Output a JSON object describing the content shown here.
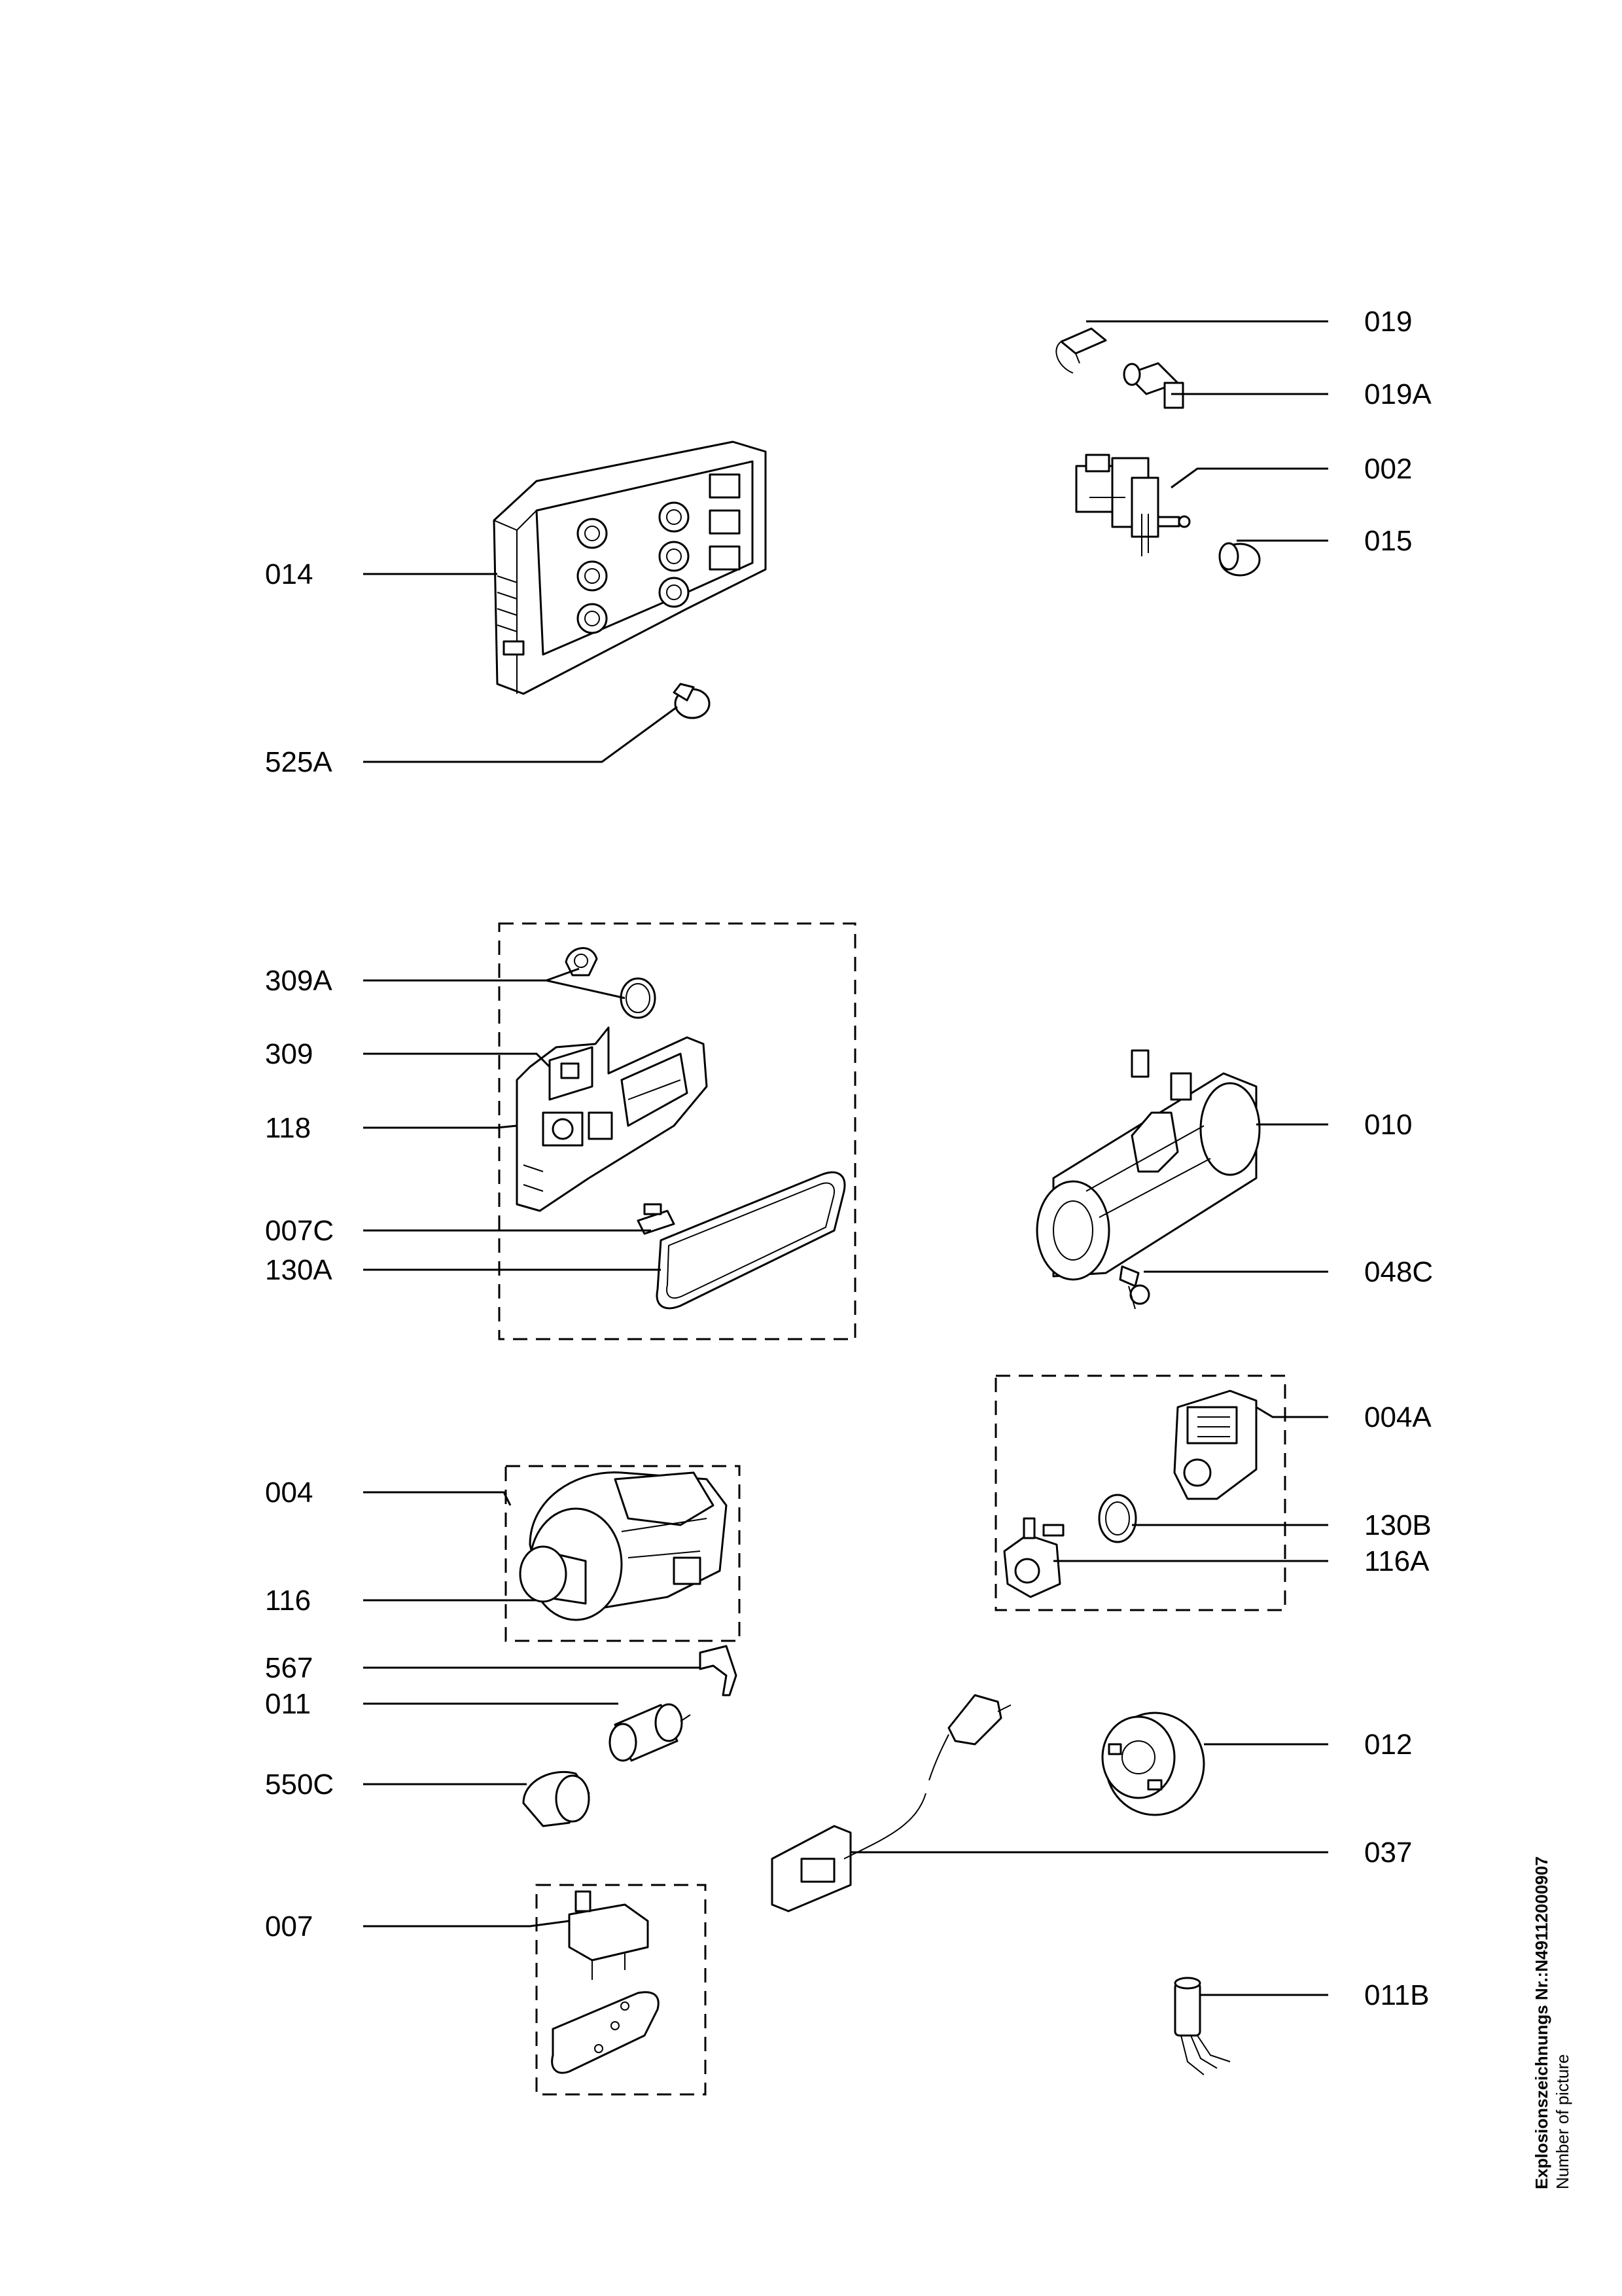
{
  "parts": [
    {
      "id": "p019",
      "label": "019"
    },
    {
      "id": "p019a",
      "label": "019A"
    },
    {
      "id": "p002",
      "label": "002"
    },
    {
      "id": "p015",
      "label": "015"
    },
    {
      "id": "p014",
      "label": "014"
    },
    {
      "id": "p525a",
      "label": "525A"
    },
    {
      "id": "p309a",
      "label": "309A"
    },
    {
      "id": "p309",
      "label": "309"
    },
    {
      "id": "p118",
      "label": "118"
    },
    {
      "id": "p007c",
      "label": "007C"
    },
    {
      "id": "p130a",
      "label": "130A"
    },
    {
      "id": "p010",
      "label": "010"
    },
    {
      "id": "p048c",
      "label": "048C"
    },
    {
      "id": "p004a",
      "label": "004A"
    },
    {
      "id": "p130b",
      "label": "130B"
    },
    {
      "id": "p116a",
      "label": "116A"
    },
    {
      "id": "p004",
      "label": "004"
    },
    {
      "id": "p116",
      "label": "116"
    },
    {
      "id": "p567",
      "label": "567"
    },
    {
      "id": "p011",
      "label": "011"
    },
    {
      "id": "p550c",
      "label": "550C"
    },
    {
      "id": "p012",
      "label": "012"
    },
    {
      "id": "p037",
      "label": "037"
    },
    {
      "id": "p007",
      "label": "007"
    },
    {
      "id": "p011b",
      "label": "011B"
    }
  ],
  "footer": {
    "drawing_number": "Explosionszeichnungs Nr.:N49112000907",
    "caption": "Number of picture"
  }
}
